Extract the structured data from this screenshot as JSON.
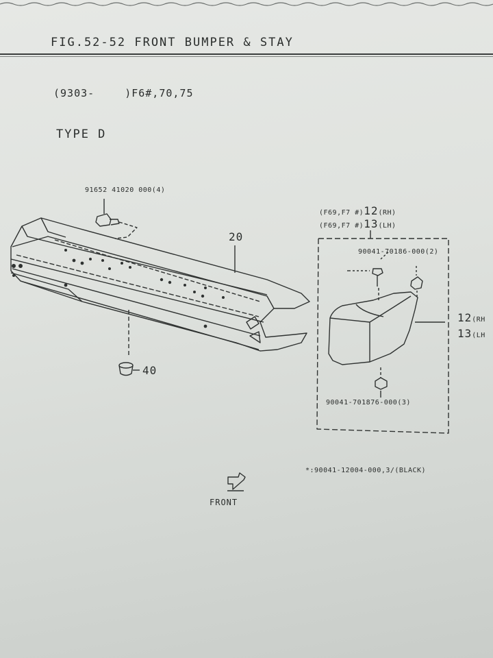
{
  "header": {
    "fig_title": "FIG.52-52 FRONT BUMPER & STAY"
  },
  "applicability": {
    "period": "(9303-",
    "models": ")F6#,70,75"
  },
  "type_label": "TYPE D",
  "parts": {
    "bolt_part_no": "91652 41020 000(4)",
    "bumper_ref": "20",
    "clip_ref": "40",
    "corner_rh_note": "(F69,F7 #)",
    "corner_rh_ref": "12",
    "corner_rh_side": "(RH)",
    "corner_lh_note": "(F69,F7 #)",
    "corner_lh_ref": "13",
    "corner_lh_side": "(LH)",
    "screw_part_no": "90041-70186-000(2)",
    "nut_part_no": "90041-701876-000(3)",
    "side_ref_12": "12",
    "side_rh": "(RH",
    "side_ref_13": "13",
    "side_lh": "(LH",
    "footnote": "*:90041-12004-000,3/(BLACK)",
    "front_label": "FRONT"
  },
  "colors": {
    "paper": "#dfe2de",
    "ink": "#2a2d2c"
  }
}
